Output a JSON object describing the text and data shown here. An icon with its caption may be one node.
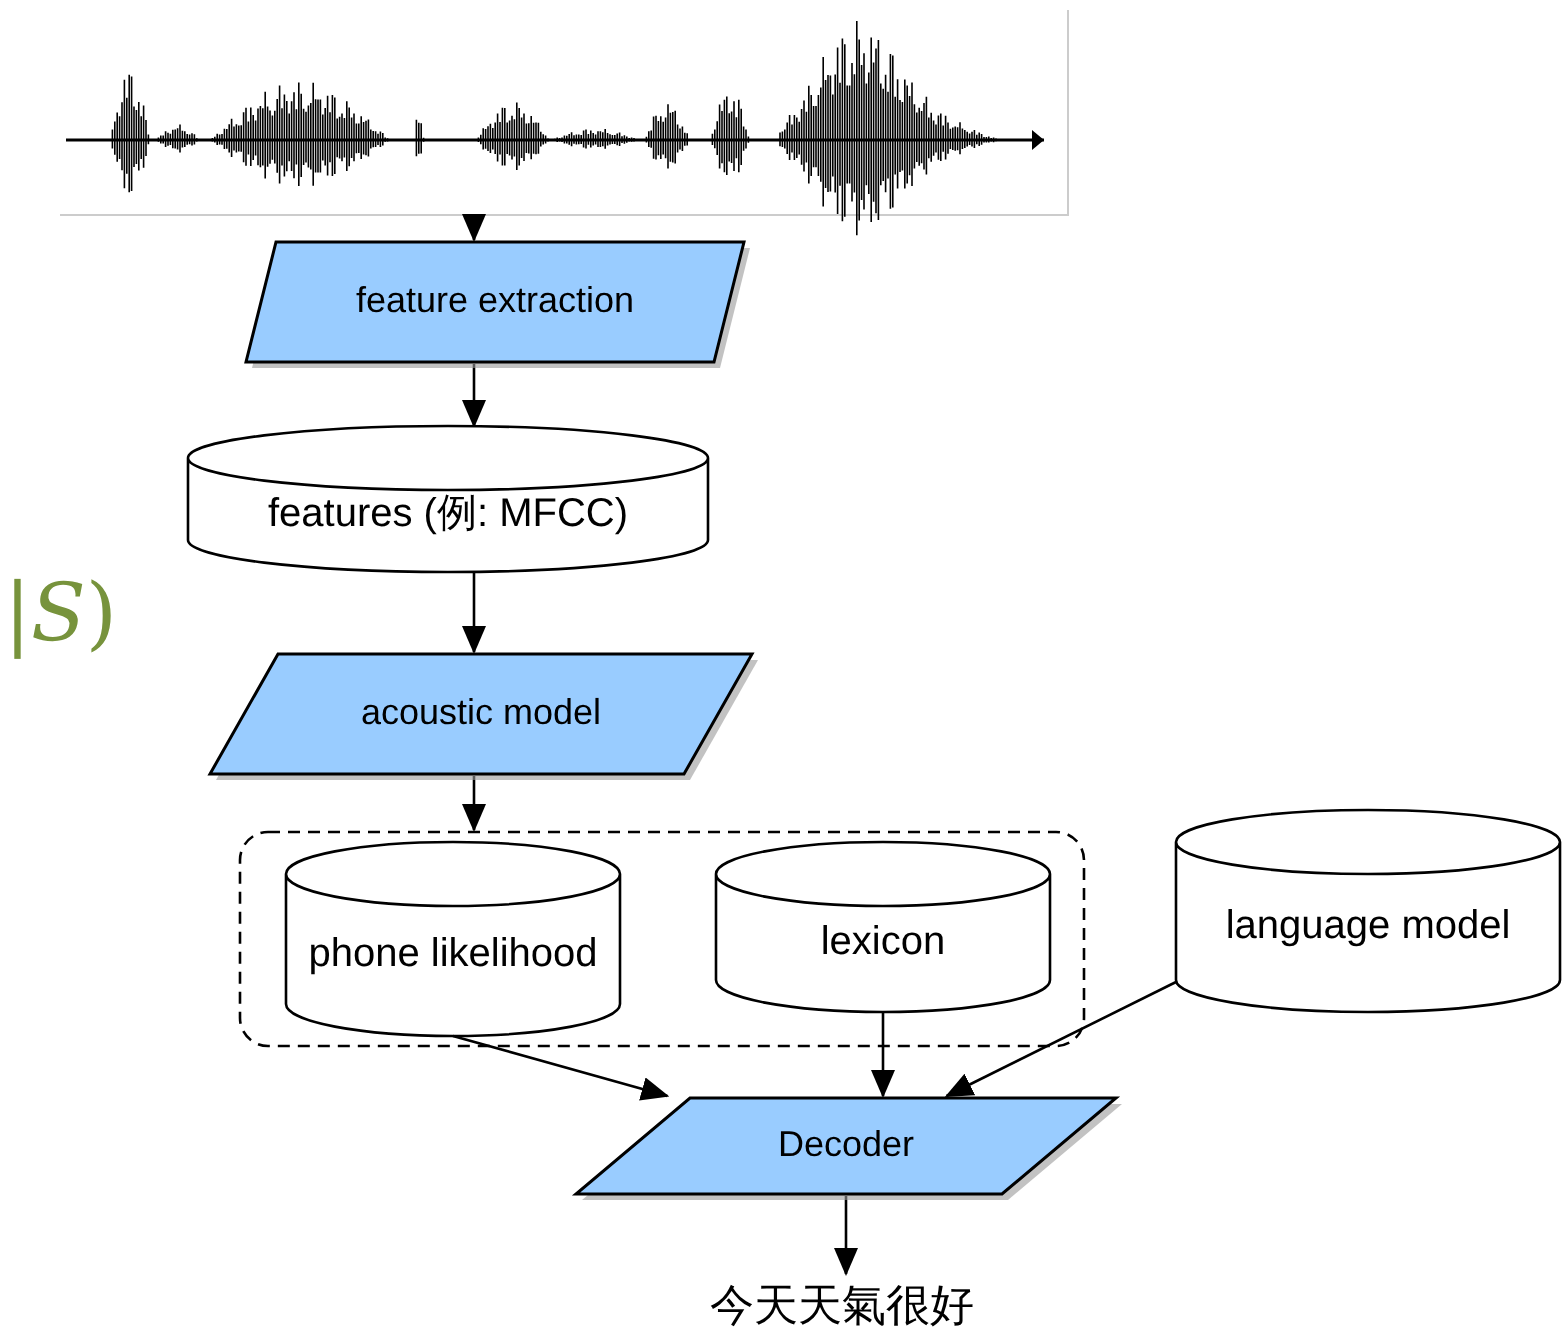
{
  "diagram": {
    "nodes": [
      {
        "text": [],
        "shape": "picture"
      },
      {
        "text": [
          "feature extraction"
        ]
      },
      {
        "text": [
          "features (例: MFCC)"
        ]
      },
      {
        "text": [
          "acoustic model"
        ]
      },
      {
        "text": [],
        "shape": "box"
      },
      {
        "text": [
          "phone likelihood"
        ],
        "in": 4
      },
      {
        "text": [
          "lexicon"
        ],
        "in": 4
      },
      {
        "text": [
          "language model"
        ]
      },
      {
        "text": [
          "Decoder"
        ]
      },
      {
        "text": [
          "今天天氣很好"
        ]
      }
    ],
    "edges": [
      {
        "from": 0,
        "to": 1,
        "arrow": "to"
      },
      {
        "from": 1,
        "to": 2,
        "arrow": "to"
      },
      {
        "from": 2,
        "to": 3,
        "arrow": "to"
      },
      {
        "from": 3,
        "to": 4,
        "arrow": "to"
      },
      {
        "from": 5,
        "to": 8,
        "arrow": "to"
      },
      {
        "from": 6,
        "to": 8,
        "arrow": "to"
      },
      {
        "from": 7,
        "to": 8,
        "arrow": "to"
      },
      {
        "from": 8,
        "to": 9,
        "arrow": "to"
      }
    ],
    "labels": [
      "|*S*)"
    ]
  }
}
